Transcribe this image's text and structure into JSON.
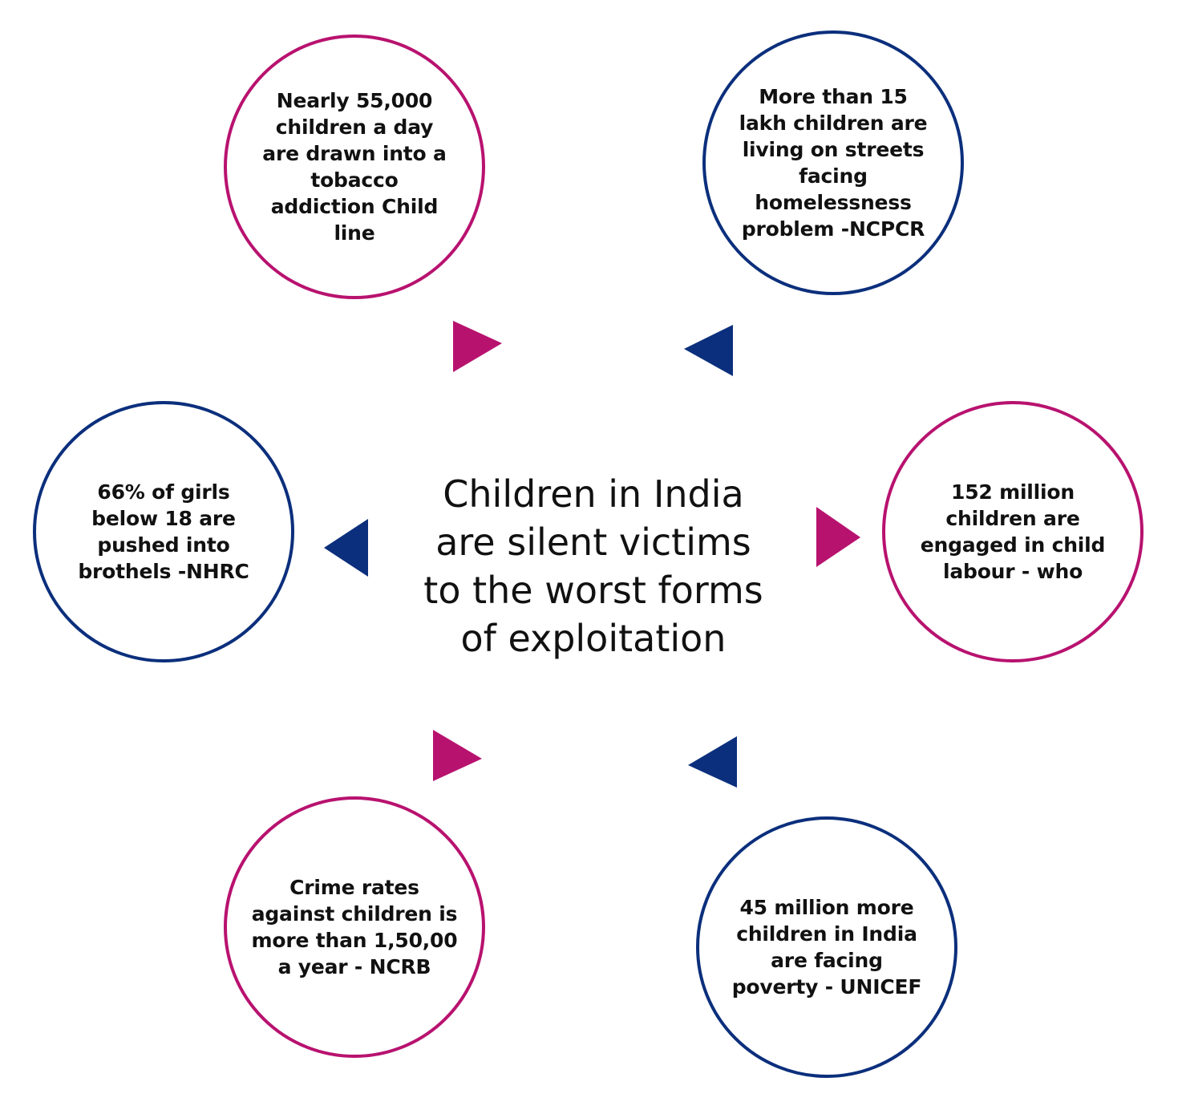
{
  "center": {
    "text": "Children in India\nare silent victims\nto the worst forms\nof exploitation"
  },
  "facts": [
    {
      "text": "Nearly 55,000\nchildren a day\nare drawn into a\ntobacco\naddiction Child\nline"
    },
    {
      "text": "More than 15\nlakh children are\nliving on streets\nfacing\nhomelessness\nproblem -NCPCR"
    },
    {
      "text": "66% of girls\nbelow 18 are\npushed into\nbrothels -NHRC"
    },
    {
      "text": "152 million\nchildren are\nengaged in child\nlabour - who"
    },
    {
      "text": "Crime rates\nagainst children is\nmore than 1,50,00\na year - NCRB"
    },
    {
      "text": "45 million more\nchildren in India\nare facing\npoverty - UNICEF"
    }
  ],
  "colors": {
    "pink": "#b8126f",
    "navy": "#0b2f7c",
    "text": "#111111",
    "background": "#ffffff"
  },
  "icons": {
    "arrow_right": "play-triangle-right-icon",
    "arrow_left": "play-triangle-left-icon"
  }
}
